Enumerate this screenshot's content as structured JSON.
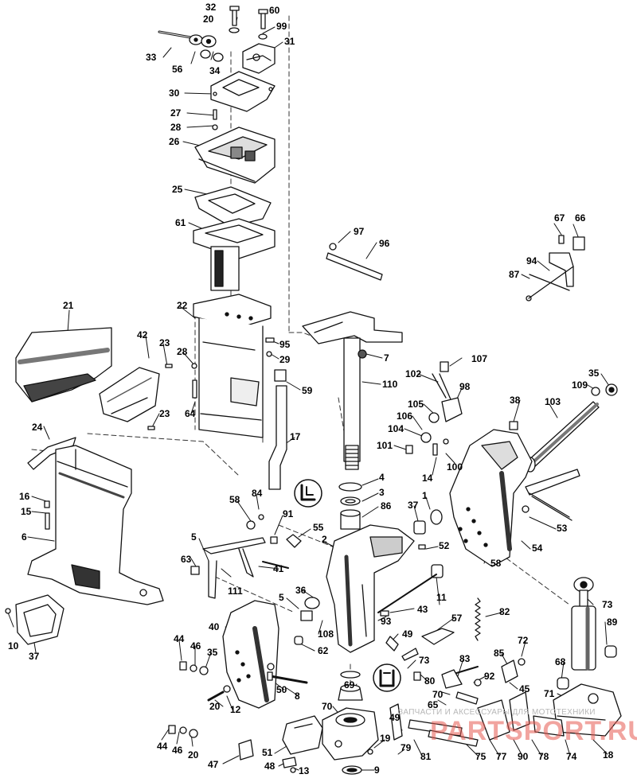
{
  "diagram": {
    "callouts": [
      "32",
      "20",
      "60",
      "99",
      "33",
      "56",
      "34",
      "31",
      "30",
      "27",
      "28",
      "26",
      "25",
      "61",
      "97",
      "96",
      "67",
      "66",
      "94",
      "87",
      "21",
      "22",
      "42",
      "23",
      "28",
      "29",
      "64",
      "23",
      "95",
      "59",
      "7",
      "110",
      "107",
      "102",
      "98",
      "35",
      "109",
      "38",
      "103",
      "105",
      "106",
      "104",
      "101",
      "100",
      "14",
      "24",
      "17",
      "16",
      "15",
      "6",
      "4",
      "3",
      "86",
      "58",
      "84",
      "91",
      "55",
      "5",
      "37",
      "1",
      "2",
      "52",
      "53",
      "54",
      "58",
      "63",
      "111",
      "41",
      "11",
      "10",
      "37",
      "5",
      "36",
      "40",
      "43",
      "93",
      "73",
      "89",
      "82",
      "57",
      "108",
      "49",
      "44",
      "46",
      "35",
      "62",
      "72",
      "85",
      "83",
      "73",
      "68",
      "80",
      "45",
      "50",
      "8",
      "69",
      "92",
      "71",
      "70",
      "65",
      "20",
      "12",
      "70",
      "49",
      "44",
      "46",
      "20",
      "19",
      "79",
      "81",
      "75",
      "77",
      "90",
      "78",
      "74",
      "18",
      "51",
      "47",
      "48",
      "13",
      "9"
    ],
    "watermark": {
      "tagline": "ЗАПЧАСТИ И АКСЕССУАРЫ ДЛЯ МОТОТЕХНИКИ",
      "brand": "PARTSPORT.RU"
    }
  }
}
